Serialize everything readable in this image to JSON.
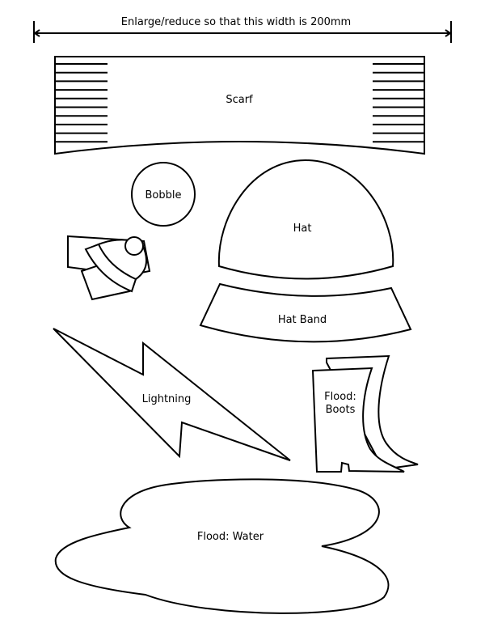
{
  "scale_note": "Enlarge/reduce so that this width is 200mm",
  "pieces": {
    "scarf": "Scarf",
    "bobble": "Bobble",
    "hat": "Hat",
    "hat_band": "Hat Band",
    "lightning": "Lightning",
    "boots_line1": "Flood:",
    "boots_line2": "Boots",
    "water": "Flood: Water"
  },
  "colors": {
    "stroke": "#000000",
    "background": "#ffffff"
  }
}
